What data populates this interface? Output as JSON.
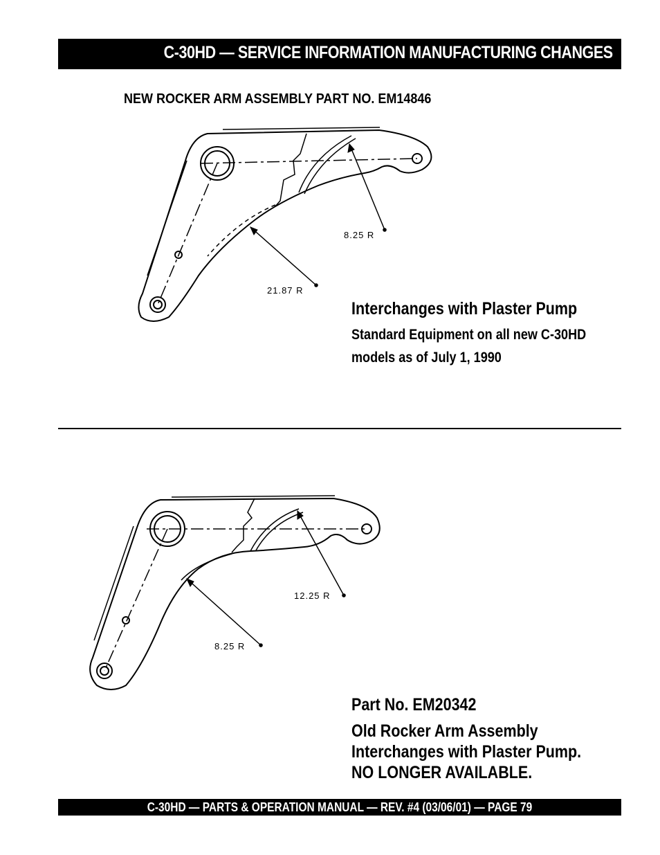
{
  "header": {
    "title": "C-30HD — SERVICE INFORMATION MANUFACTURING CHANGES"
  },
  "section_heading": "NEW ROCKER ARM ASSEMBLY PART NO. EM14846",
  "new_assembly": {
    "dimension_small": "8.25 R",
    "dimension_large": "21.87 R",
    "note_title": "Interchanges with Plaster Pump",
    "note_line1": "Standard Equipment on all new C-30HD",
    "note_line2": "models as of July 1, 1990"
  },
  "old_assembly": {
    "dimension_upper": "12.25 R",
    "dimension_lower": "8.25 R",
    "part_number": "Part No. EM20342",
    "line1": "Old Rocker Arm Assembly",
    "line2": "Interchanges with Plaster Pump.",
    "line3": "NO LONGER AVAILABLE."
  },
  "footer": {
    "text": "C-30HD — PARTS & OPERATION MANUAL — REV. #4 (03/06/01) — PAGE 79"
  }
}
